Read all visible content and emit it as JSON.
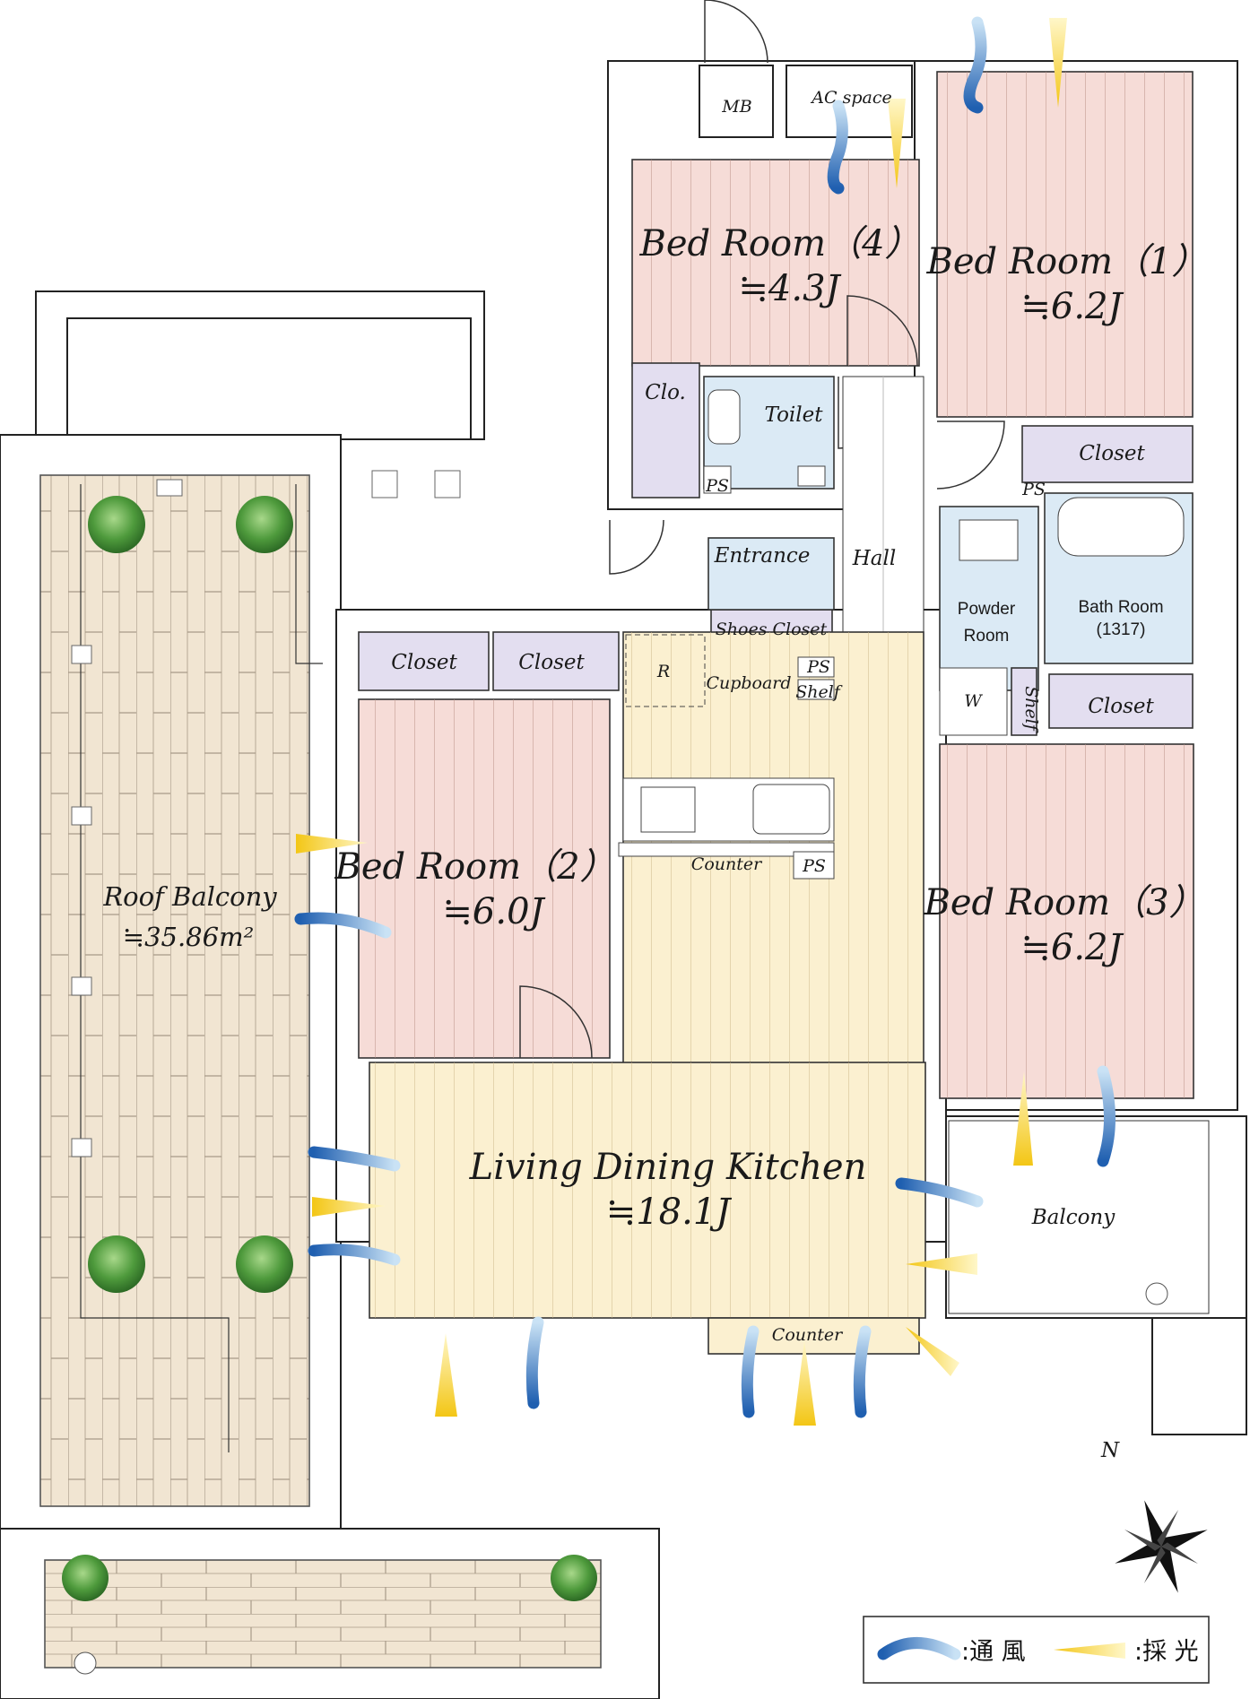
{
  "rooms": {
    "bed4": {
      "name": "Bed Room（4）",
      "size": "≒4.3J"
    },
    "bed1": {
      "name": "Bed Room（1）",
      "size": "≒6.2J"
    },
    "bed2": {
      "name": "Bed Room（2）",
      "size": "≒6.0J"
    },
    "bed3": {
      "name": "Bed Room（3）",
      "size": "≒6.2J"
    },
    "ldk": {
      "name": "Living Dining Kitchen",
      "size": "≒18.1J"
    },
    "roof_balcony": {
      "name": "Roof Balcony",
      "size": "≒35.86m²"
    },
    "balcony": {
      "name": "Balcony"
    }
  },
  "labels": {
    "mb": "MB",
    "ac_space": "AC space",
    "clo": "Clo.",
    "toilet": "Toilet",
    "ps": "PS",
    "entrance": "Entrance",
    "hall": "Hall",
    "shoes_closet": "Shoes Closet",
    "closet": "Closet",
    "cupboard": "Cupboard",
    "shelf": "Shelf",
    "r": "R",
    "counter": "Counter",
    "powder_room_1": "Powder",
    "powder_room_2": "Room",
    "bath_room_1": "Bath Room",
    "bath_room_2": "(1317)",
    "w": "W",
    "compass_n": "N"
  },
  "legend": {
    "ventilation": ":通 風",
    "daylight": ":採 光"
  },
  "colors": {
    "bedroom_floor": "#f6dcd7",
    "ldk_floor": "#fbf0d0",
    "closet": "#e3def0",
    "wet_area": "#dbeaf5",
    "deck": "#f1e5d2",
    "ventilation_arrow": "#1f5fb0",
    "daylight_arrow": "#f3c615"
  }
}
